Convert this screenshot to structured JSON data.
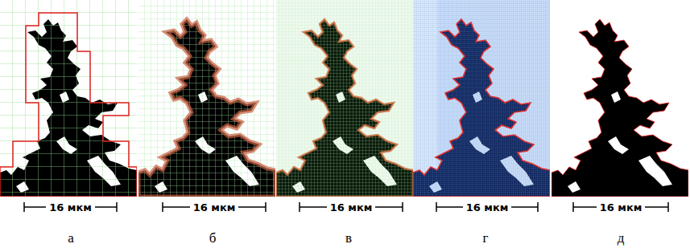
{
  "diagram": {
    "labels": [
      "16 мкм",
      "16 мкм",
      "16 мкм",
      "16 мкм",
      "16 мкм",
      "а",
      "б",
      "в",
      "г",
      "д"
    ]
  }
}
